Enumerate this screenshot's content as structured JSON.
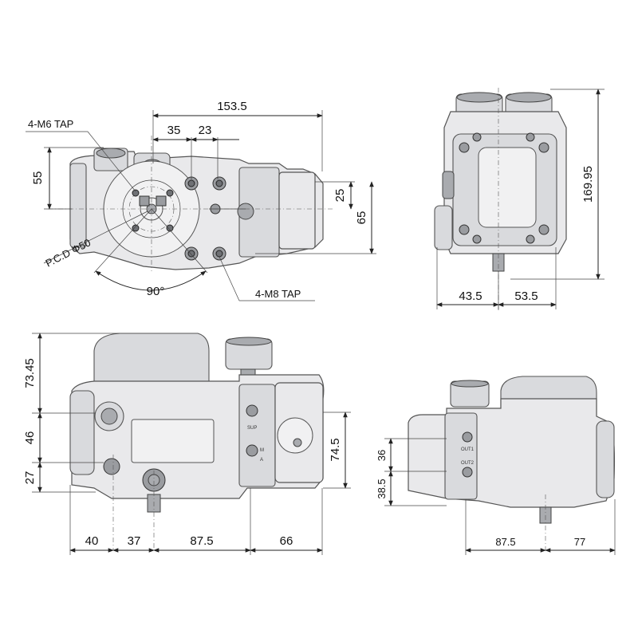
{
  "top_view": {
    "dims": {
      "d153_5": "153.5",
      "d35": "35",
      "d23": "23",
      "d55": "55",
      "d25": "25",
      "d65": "65",
      "d90": "90°"
    },
    "notes": {
      "m6_tap": "4-M6 TAP",
      "pcd": "P.C.D Φ50",
      "m8_tap": "4-M8 TAP"
    }
  },
  "side_view": {
    "dims": {
      "d169_95": "169.95",
      "d43_5": "43.5",
      "d53_5": "53.5"
    }
  },
  "front_view": {
    "dims": {
      "d73_45": "73.45",
      "d46": "46",
      "d27": "27",
      "d74_5": "74.5",
      "d40": "40",
      "d37": "37",
      "d87_5": "87.5",
      "d66": "66"
    },
    "labels": {
      "sup": "SUP",
      "m": "M",
      "a": "A"
    }
  },
  "rear_view": {
    "dims": {
      "d36": "36",
      "d38_5": "38.5",
      "d87_5": "87.5",
      "d77": "77"
    },
    "labels": {
      "out1": "OUT1",
      "out2": "OUT2"
    }
  }
}
